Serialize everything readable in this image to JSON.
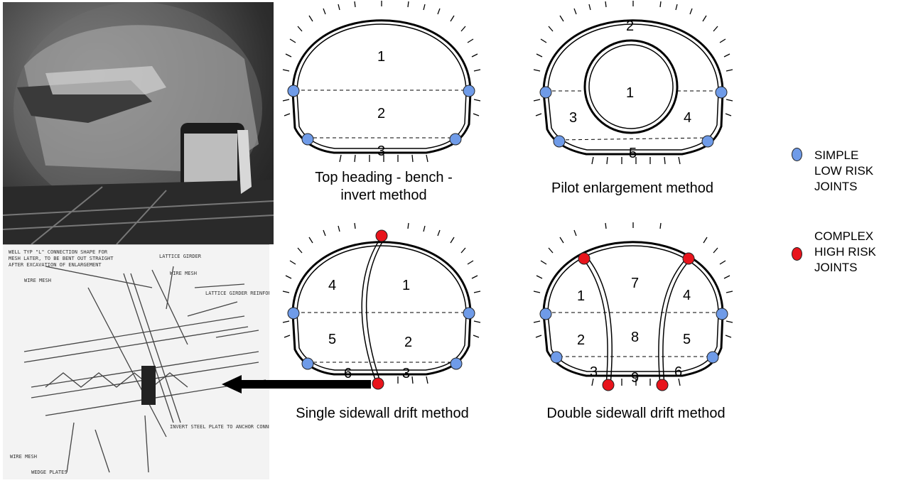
{
  "methods": [
    {
      "caption": "Top heading - bench -\ninvert method",
      "regions": [
        "1",
        "2",
        "3"
      ]
    },
    {
      "caption": "Pilot enlargement method",
      "regions": [
        "2",
        "1",
        "3",
        "4",
        "5"
      ]
    },
    {
      "caption": "Single sidewall drift method",
      "regions": [
        "4",
        "1",
        "5",
        "2",
        "6",
        "3"
      ]
    },
    {
      "caption": "Double sidewall drift method",
      "regions": [
        "1",
        "7",
        "4",
        "2",
        "8",
        "5",
        "3",
        "9",
        "6"
      ]
    }
  ],
  "legend": [
    {
      "label": "SIMPLE\nLOW RISK\nJOINTS",
      "color": "#6f9be8"
    },
    {
      "label": "COMPLEX\nHIGH RISK\nJOINTS",
      "color": "#e8141c"
    }
  ],
  "drawing_notes": [
    "WELL TYP \"L\" CONNECTION SHAPE FOR",
    "MESH LATER, TO BE BENT OUT STRAIGHT",
    "AFTER EXCAVATION OF ENLARGEMENT",
    "LATTICE GIRDER",
    "WIRE MESH",
    "LATTICE GIRDER REINFORCING",
    "WIRE MESH",
    "INVERT STEEL PLATE TO ANCHOR CONNECTION BARS AND AID CONTROL OF RADIAL JOINT",
    "WIRE MESH",
    "WEDGE PLATES"
  ]
}
